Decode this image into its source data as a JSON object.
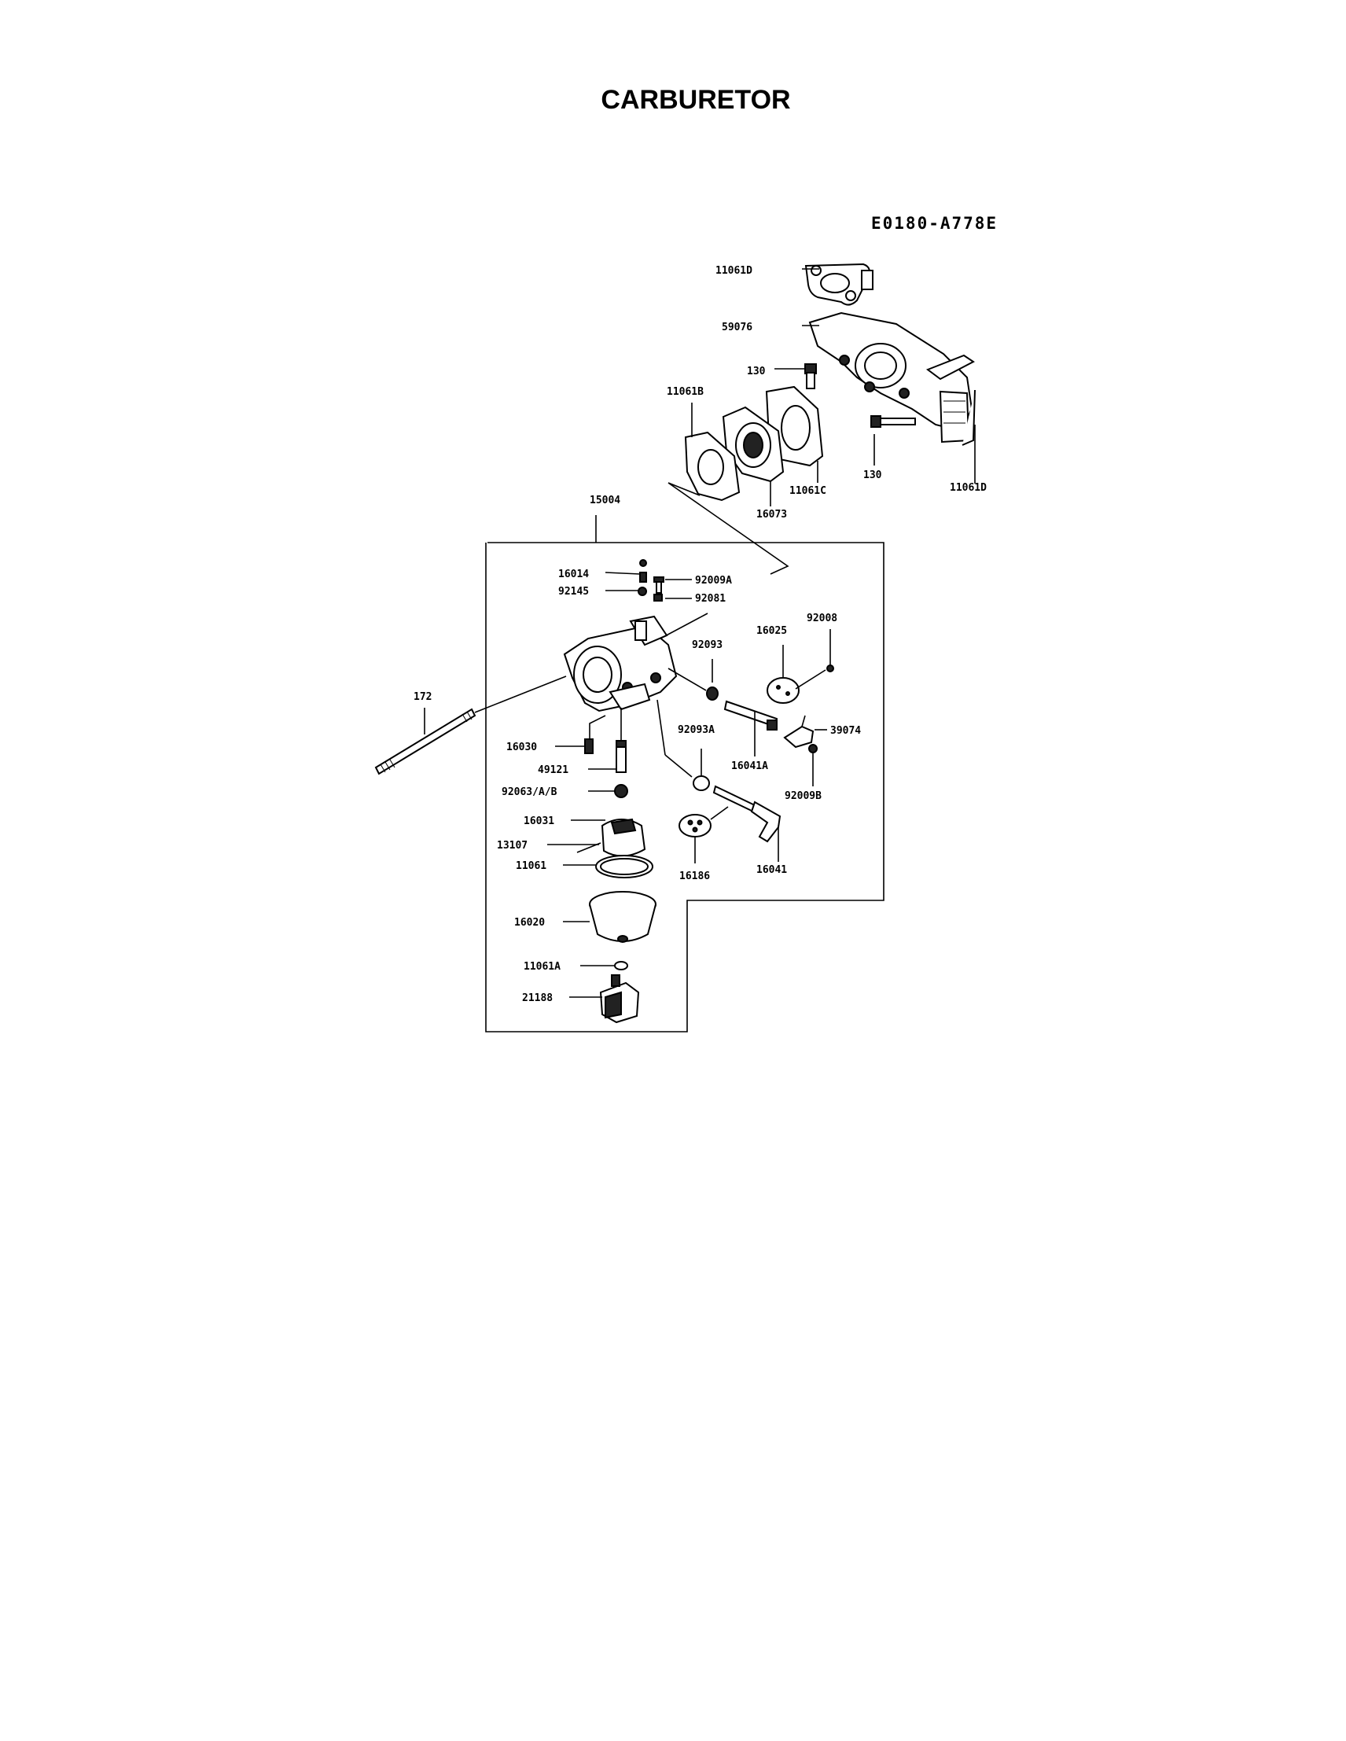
{
  "title": "CARBURETOR",
  "diagram_code": "E0180-A778E",
  "callouts": {
    "p11061D_top": "11061D",
    "p59076": "59076",
    "p130_a": "130",
    "p11061B": "11061B",
    "p130_b": "130",
    "p11061D_right": "11061D",
    "p11061C": "11061C",
    "p16073": "16073",
    "p15004": "15004",
    "p16014": "16014",
    "p92009A": "92009A",
    "p92145": "92145",
    "p92081": "92081",
    "p92008": "92008",
    "p16025": "16025",
    "p92093": "92093",
    "p172": "172",
    "p39074": "39074",
    "p16030": "16030",
    "p92093A": "92093A",
    "p16041A": "16041A",
    "p49121": "49121",
    "p92009B": "92009B",
    "p92063": "92063/A/B",
    "p16031": "16031",
    "p13107": "13107",
    "p11061": "11061",
    "p16186": "16186",
    "p16041": "16041",
    "p16020": "16020",
    "p11061A": "11061A",
    "p21188": "21188"
  }
}
